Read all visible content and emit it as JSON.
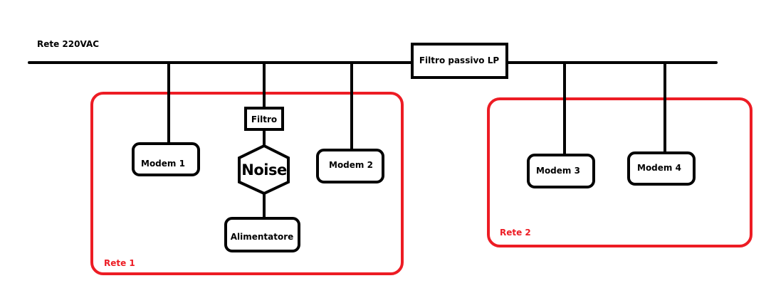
{
  "title": "Rete 220VAC",
  "bus_label": "Rete 220VAC",
  "filter_main": "Filtro passivo LP",
  "networks": [
    {
      "label": "Rete 1",
      "color": "#ed1c24"
    },
    {
      "label": "Rete 2",
      "color": "#ed1c24"
    }
  ],
  "nodes": {
    "modem1": "Modem 1",
    "modem2": "Modem 2",
    "modem3": "Modem 3",
    "modem4": "Modem 4",
    "filtro": "Filtro",
    "noise": "Noise",
    "alimentatore": "Alimentatore"
  },
  "colors": {
    "line": "#000000",
    "group": "#ed1c24"
  }
}
